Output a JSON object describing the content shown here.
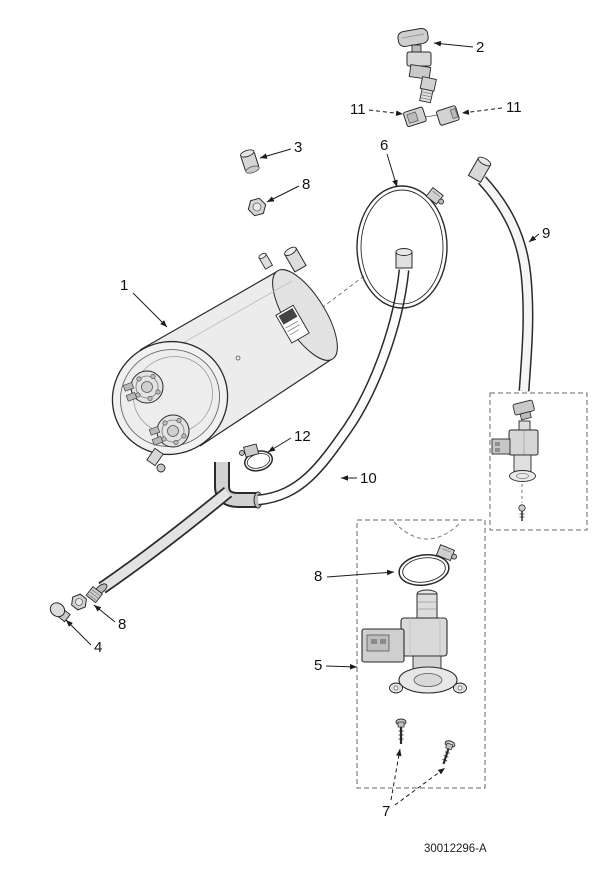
{
  "figure": {
    "background": "#ffffff",
    "line_color": "#2a2a2a",
    "doc_code": "30012296-A",
    "callouts": {
      "1": "1",
      "2": "2",
      "3": "3",
      "4": "4",
      "5": "5",
      "6": "6",
      "7": "7",
      "8": "8",
      "9": "9",
      "10": "10",
      "11": "11",
      "12": "12"
    }
  }
}
